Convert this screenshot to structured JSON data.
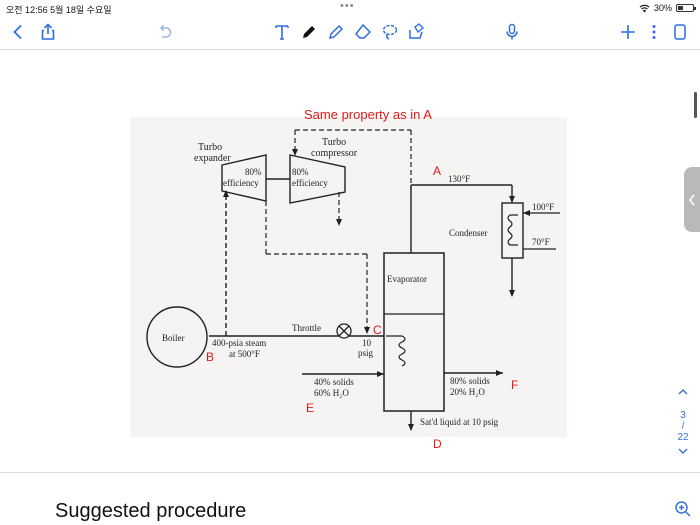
{
  "status": {
    "time_date": "오전 12:56  5월 18일 수요일",
    "battery": "30%"
  },
  "figure": {
    "annotation_top": "Same property as in A",
    "turbo_expander": [
      "Turbo",
      "expander"
    ],
    "turbo_compressor": [
      "Turbo",
      "compressor"
    ],
    "expander_eff": [
      "80%",
      "efficiency"
    ],
    "compressor_eff": [
      "80%",
      "efficiency"
    ],
    "label_A": "A",
    "temp_A": "130°F",
    "condenser": "Condenser",
    "temp_in": "100°F",
    "temp_out": "70°F",
    "evaporator": "Evaporator",
    "boiler": "Boiler",
    "throttle": "Throttle",
    "label_C": "C",
    "pressure": [
      "10",
      "psig"
    ],
    "steam": [
      "400-psia steam",
      "at 500°F"
    ],
    "label_B": "B",
    "feed": [
      "40% solids",
      "60% H₂O"
    ],
    "label_E": "E",
    "product": [
      "80% solids",
      "20% H₂O"
    ],
    "label_F": "F",
    "liquid": "Sat'd liquid at 10 psig",
    "label_D": "D"
  },
  "pager": {
    "current": "3",
    "sep": "/",
    "total": "22"
  },
  "heading": "Suggested procedure"
}
